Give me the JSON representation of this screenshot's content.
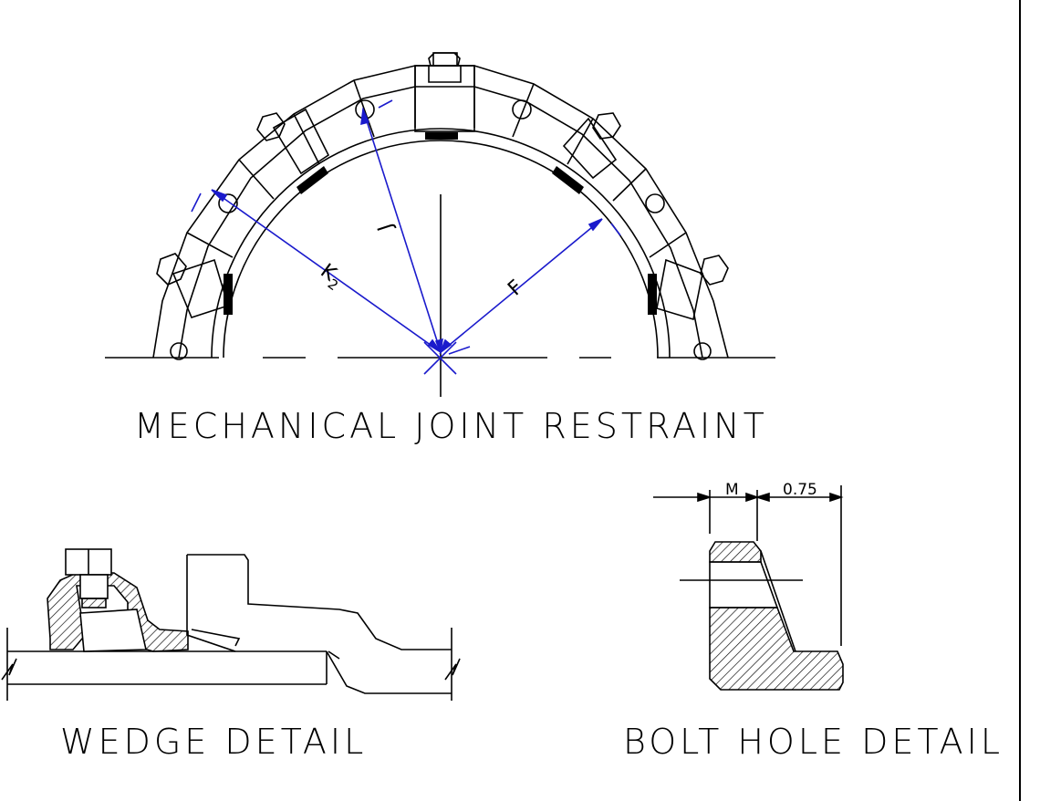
{
  "titles": {
    "main": "MECHANICAL JOINT RESTRAINT",
    "wedge": "WEDGE DETAIL",
    "bolt_hole": "BOLT HOLE DETAIL"
  },
  "dimensions": {
    "k2_base": "K",
    "k2_sub": "2",
    "j": "J",
    "f": "F",
    "m": "M",
    "offset": "0.75"
  },
  "colors": {
    "line": "#000000",
    "dimension": "#1a1acc",
    "hatch": "#000000"
  }
}
